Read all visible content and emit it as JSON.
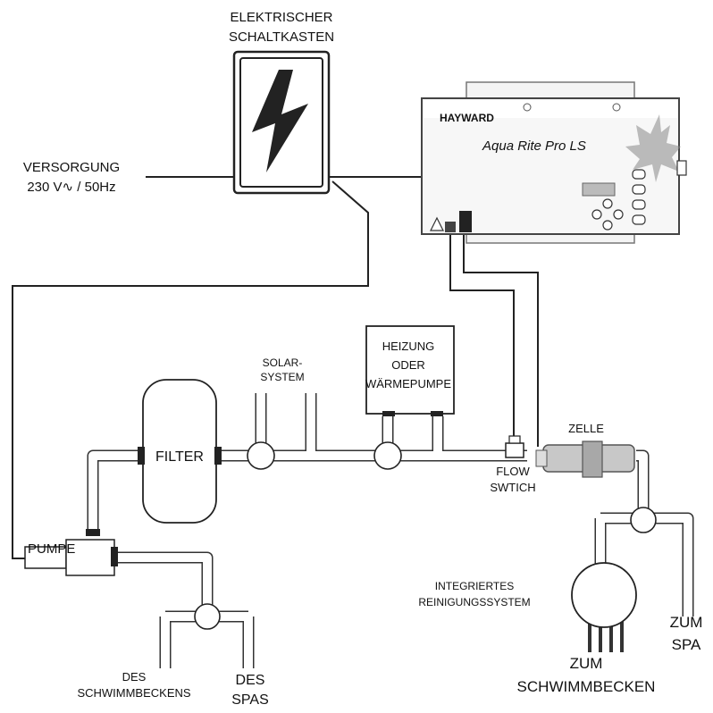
{
  "labels": {
    "schaltkasten_line1": "ELEKTRISCHER",
    "schaltkasten_line2": "SCHALTKASTEN",
    "versorgung_line1": "VERSORGUNG",
    "versorgung_line2": "230 V∿ / 50Hz",
    "solar_line1": "SOLAR-",
    "solar_line2": "SYSTEM",
    "heizung_line1": "HEIZUNG",
    "heizung_line2": "ODER",
    "heizung_line3": "WÄRMEPUMPE",
    "filter": "FILTER",
    "zelle": "ZELLE",
    "flow_line1": "FLOW",
    "flow_line2": "SWTICH",
    "pumpe": "PUMPE",
    "reinigung_line1": "INTEGRIERTES",
    "reinigung_line2": "REINIGUNGSSYSTEM",
    "des_schwimm_line1": "DES",
    "des_schwimm_line2": "SCHWIMMBECKENS",
    "des_spas_line1": "DES",
    "des_spas_line2": "SPAS",
    "zum_schwimm_line1": "ZUM",
    "zum_schwimm_line2": "SCHWIMMBECKEN",
    "zum_spa_line1": "ZUM",
    "zum_spa_line2": "SPA"
  },
  "controller": {
    "brand": "HAYWARD",
    "product": "Aqua Rite Pro LS"
  },
  "colors": {
    "ink": "#222222",
    "cell": "#c8c8c8",
    "panel": "#eeeeee"
  },
  "icons": [
    "lightning-bolt-icon",
    "maple-leaf-icon",
    "warning-icon"
  ]
}
